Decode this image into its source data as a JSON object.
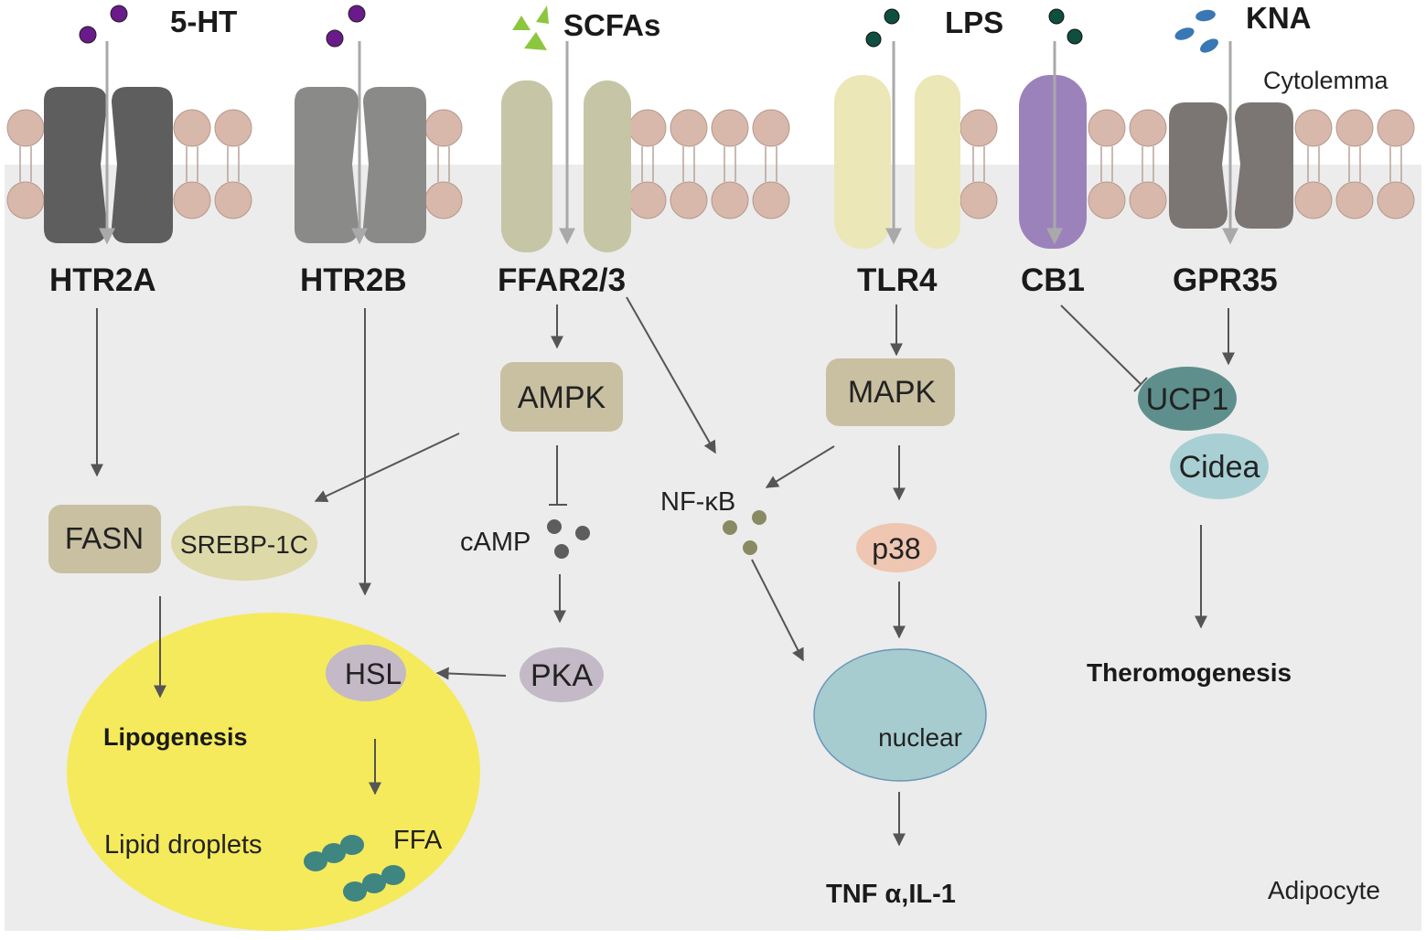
{
  "ligands": {
    "serotonin": "5-HT",
    "scfas": "SCFAs",
    "lps": "LPS",
    "kna": "KNA"
  },
  "membrane_label": "Cytolemma",
  "cell_label": "Adipocyte",
  "receptors": {
    "htr2a": "HTR2A",
    "htr2b": "HTR2B",
    "ffar": "FFAR2/3",
    "tlr4": "TLR4",
    "cb1": "CB1",
    "gpr35": "GPR35"
  },
  "nodes": {
    "ampk": "AMPK",
    "mapk": "MAPK",
    "ucp1": "UCP1",
    "cidea": "Cidea",
    "fasn": "FASN",
    "srebp": "SREBP-1C",
    "camp": "cAMP",
    "nfkb": "NF-κB",
    "p38": "p38",
    "pka": "PKA",
    "hsl": "HSL",
    "nuclear": "nuclear"
  },
  "outcomes": {
    "lipogenesis": "Lipogenesis",
    "lipid_droplets": "Lipid droplets",
    "ffa": "FFA",
    "thermogenesis": "Theromogenesis",
    "cytokines": "TNF α,IL-1"
  },
  "colors": {
    "cytoplasm": "#ececec",
    "phospholipid_head": "#d9b8ac",
    "htr2a": "#5e5e5e",
    "htr2b": "#8a8a89",
    "ffar": "#c6c5a6",
    "tlr4": "#ebe7b6",
    "cb1": "#9b82bb",
    "gpr35": "#7b7573",
    "serotonin_dot": "#6a1a8a",
    "scfa_triangle": "#8cc63f",
    "lps_dot": "#0f4f40",
    "kna_oval": "#3a77b5",
    "box_tan": "#c8c0a1",
    "srebp": "#ddd9a9",
    "ucp1": "#5e8f8d",
    "cidea": "#a8d0d4",
    "p38": "#eec6b2",
    "pka_hsl": "#c4b9c6",
    "nuclear": "#a6ccd0",
    "lipid_droplet": "#f5ea5c",
    "ffa": "#3f8580",
    "arrow": "#555555"
  }
}
